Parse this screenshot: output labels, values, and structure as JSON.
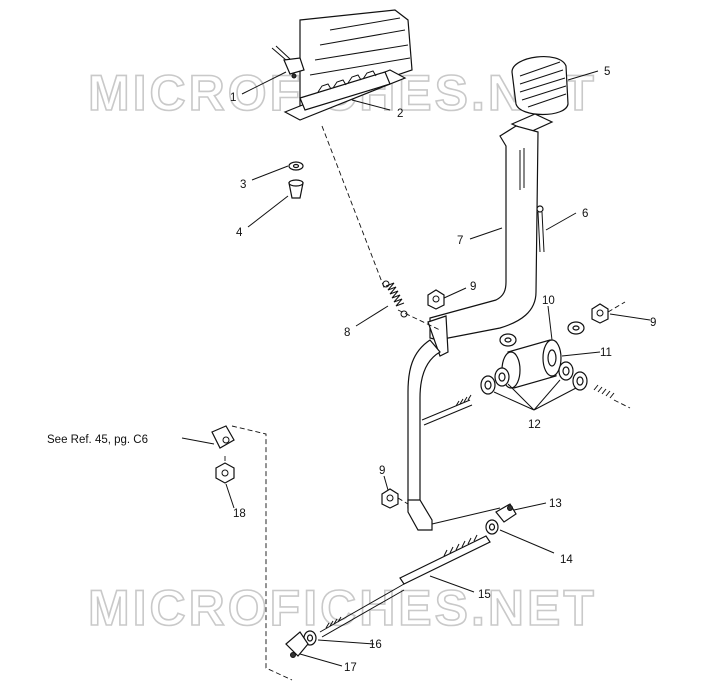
{
  "watermark": "MICROFICHES.NET",
  "reference_note": "See Ref. 45, pg. C6",
  "callouts": [
    "1",
    "2",
    "3",
    "4",
    "5",
    "6",
    "7",
    "8",
    "9",
    "9",
    "9",
    "10",
    "11",
    "12",
    "13",
    "14",
    "15",
    "16",
    "17",
    "18"
  ]
}
